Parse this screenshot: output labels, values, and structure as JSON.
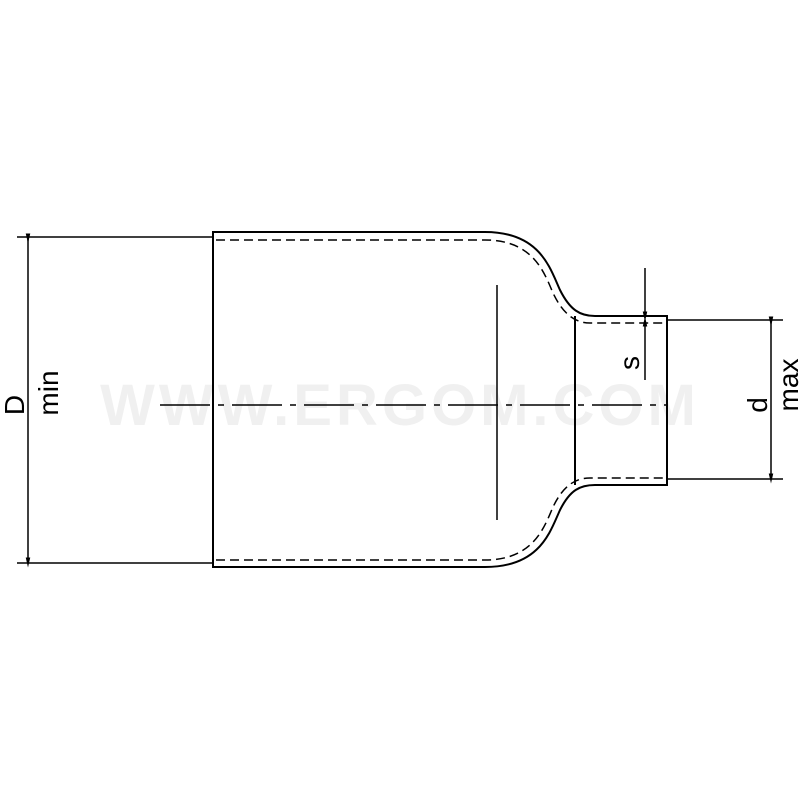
{
  "watermark": "WWW.ERGOM.COM",
  "labels": {
    "D": "D",
    "D_sub": "min",
    "d": "d",
    "d_sub": "max",
    "s": "s"
  },
  "colors": {
    "line": "#000000",
    "watermark": "#f0f0f0"
  }
}
